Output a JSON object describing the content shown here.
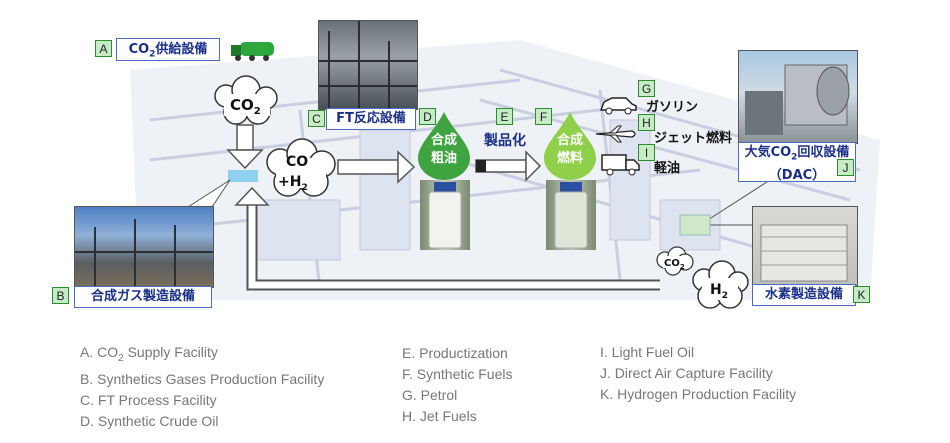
{
  "tags": {
    "a": "A",
    "b": "B",
    "c": "C",
    "d": "D",
    "e": "E",
    "f": "F",
    "g": "G",
    "h": "H",
    "i": "I",
    "j": "J",
    "k": "K"
  },
  "labels": {
    "co2_supply_prefix": "CO",
    "co2_supply_sub": "2",
    "co2_supply_suffix": "供給設備",
    "syngas_facility": "合成ガス製造設備",
    "ft_facility": "FT反応設備",
    "productization": "製品化",
    "gasoline": "ガソリン",
    "jet_fuel": "ジェット燃料",
    "light_oil": "軽油",
    "dac_line1_prefix": "大気CO",
    "dac_line1_sub": "2",
    "dac_line1_suffix": "回収設備",
    "dac_line2": "（DAC）",
    "h2_facility": "水素製造設備"
  },
  "bubbles": {
    "co2_text": "CO",
    "co2_sub": "2",
    "co_text": "CO",
    "h2_prefix": "+H",
    "h2_sub": "2",
    "h2_small_text": "H",
    "h2_small_sub": "2",
    "small_co2_text": "CO",
    "small_co2_sub": "2"
  },
  "drops": {
    "crude_line1": "合成",
    "crude_line2": "粗油",
    "fuel_line1": "合成",
    "fuel_line2": "燃料"
  },
  "colors": {
    "drop_green": "#4cae4c",
    "drop_green_light": "#8fcf6a",
    "tag_bg": "#c6ecc6",
    "label_blue": "#1a2f8a"
  },
  "legend": {
    "col1": [
      "A. CO",
      "B. Synthetics Gases Production Facility",
      "C. FT Process Facility",
      "D. Synthetic Crude Oil"
    ],
    "col1_a_sub": "2",
    "col1_a_suffix": " Supply Facility",
    "col2": [
      "E. Productization",
      "F. Synthetic Fuels",
      "G. Petrol",
      "H. Jet Fuels"
    ],
    "col3": [
      "I. Light Fuel Oil",
      "J. Direct Air Capture Facility",
      "K. Hydrogen Production Facility"
    ]
  }
}
